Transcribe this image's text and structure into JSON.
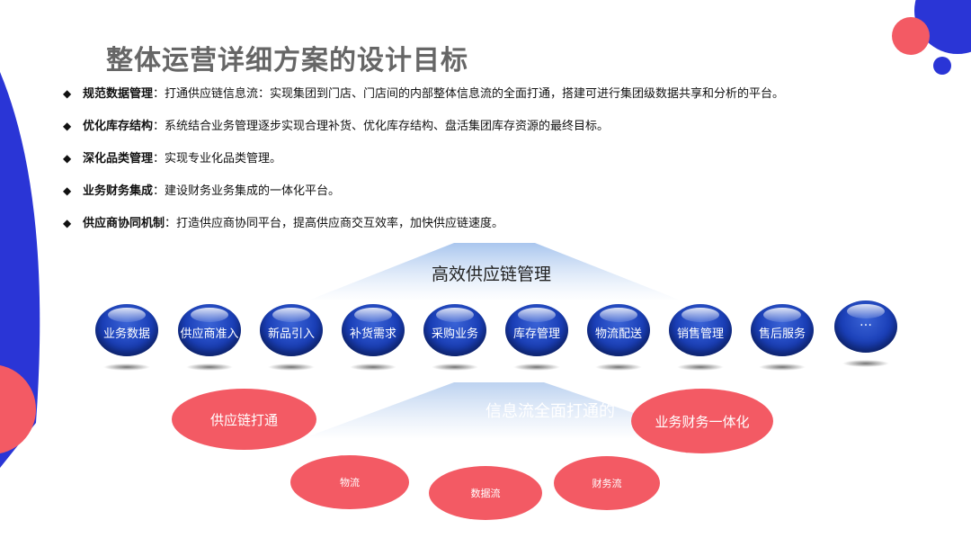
{
  "title": "整体运营详细方案的设计目标",
  "bullets": [
    {
      "bold": "规范数据管理",
      "text": "：打通供应链信息流：实现集团到门店、门店间的内部整体信息流的全面打通，搭建可进行集团级数据共享和分析的平台。"
    },
    {
      "bold": "优化库存结构",
      "text": "：系统结合业务管理逐步实现合理补货、优化库存结构、盘活集团库存资源的最终目标。"
    },
    {
      "bold": "深化品类管理",
      "text": "：实现专业化品类管理。"
    },
    {
      "bold": "业务财务集成",
      "text": "：建设财务业务集成的一体化平台。"
    },
    {
      "bold": "供应商协同机制",
      "text": "：打造供应商协同平台，提高供应商交互效率，加快供应链速度。"
    }
  ],
  "top_label": "高效供应链管理",
  "bottom_label": "信息流全面打通的",
  "modules": [
    "业务数据",
    "供应商准入",
    "新品引入",
    "补货需求",
    "采购业务",
    "库存管理",
    "物流配送",
    "销售管理",
    "售后服务",
    "…"
  ],
  "ovals": {
    "supply": "供应链打通",
    "finance": "业务财务一体化",
    "logistics": "物流",
    "data": "数据流",
    "money": "财务流"
  },
  "colors": {
    "accent_blue": "#2636d8",
    "accent_red": "#f35a64"
  }
}
